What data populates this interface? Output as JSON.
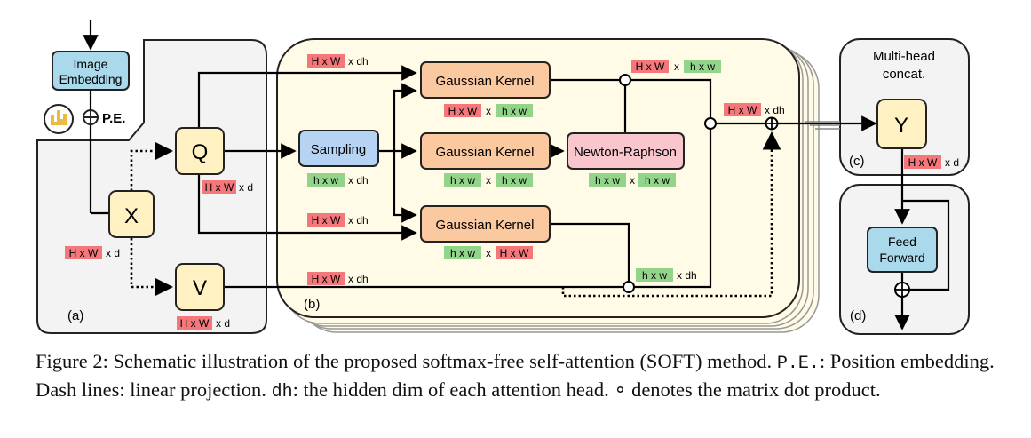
{
  "panels": {
    "a": "(a)",
    "b": "(b)",
    "c": "(c)",
    "d": "(d)"
  },
  "blocks": {
    "image_embedding_line1": "Image",
    "image_embedding_line2": "Embedding",
    "pe": "P.E.",
    "q": "Q",
    "x": "X",
    "v": "V",
    "y": "Y",
    "sampling": "Sampling",
    "gk_top": "Gaussian Kernel",
    "gk_mid": "Gaussian Kernel",
    "gk_bot": "Gaussian Kernel",
    "newton": "Newton-Raphson",
    "feed_line1": "Feed",
    "feed_line2": "Forward",
    "multihead_line1": "Multi-head",
    "multihead_line2": "concat."
  },
  "dims": {
    "HW": "H x W",
    "hw": "h x w",
    "x_sep": "x",
    "d": "x d",
    "dh": "x dh"
  },
  "caption": {
    "p1": "Figure 2: Schematic illustration of the proposed softmax-free self-attention (SOFT) method.",
    "pe_mono": "P.E.",
    "p2": ":",
    "p3": "Position embedding. Dash lines: linear projection.",
    "dh_mono": "dh",
    "p4": ": the hidden dim of each attention head.",
    "circ": "∘",
    "p5": "denotes the matrix dot product."
  },
  "colors": {
    "red_tag": "#f4777b",
    "green_tag": "#92d58a",
    "yellow_block": "#fff1c2",
    "orange_block": "#fbc9a0",
    "blue_block": "#a9d9ea",
    "sampling_block": "#b7d3f4",
    "newton_block": "#f8c6cc",
    "panel_bg": "#f3f3f3",
    "b_bg": "#fffbe6"
  }
}
